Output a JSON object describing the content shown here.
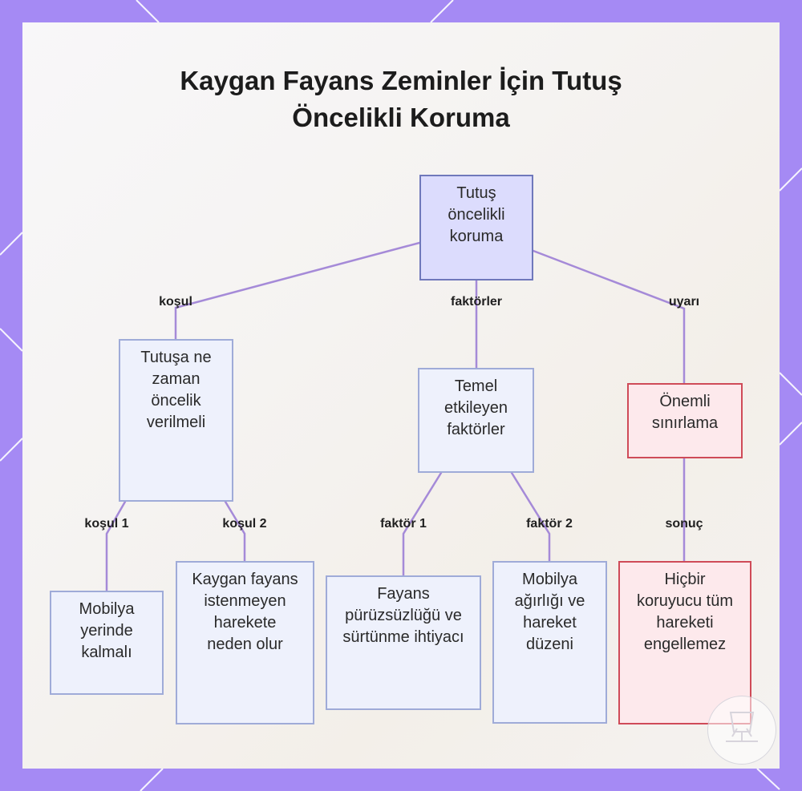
{
  "diagram": {
    "title_line1": "Kaygan Fayans Zeminler İçin Tutuş",
    "title_line2": "Öncelikli Koruma",
    "nodes": {
      "root": "Tutuş öncelikli koruma",
      "when": "Tutuşa ne zaman öncelik verilmeli",
      "factors": "Temel etkileyen faktörler",
      "limit": "Önemli sınırlama",
      "furniture": "Mobilya yerinde kalmalı",
      "slippery": "Kaygan fayans istenmeyen harekete neden olur",
      "smooth": "Fayans pürüzsüzlüğü ve sürtünme ihtiyacı",
      "weight": "Mobilya ağırlığı ve hareket düzeni",
      "none": "Hiçbir koruyucu tüm hareketi engellemez"
    },
    "edges": {
      "kosul": "koşul",
      "faktorler": "faktörler",
      "uyari": "uyarı",
      "kosul1": "koşul 1",
      "kosul2": "koşul 2",
      "faktor1": "faktör 1",
      "faktor2": "faktör 2",
      "sonuc": "sonuç"
    }
  },
  "colors": {
    "frame": "#a58af4",
    "edge": "#a58ad8",
    "root_fill": "#dcdcfd",
    "root_border": "#6f78bb",
    "node_fill": "#eef1fc",
    "node_border": "#9fabd8",
    "warn_fill": "#fde9ec",
    "warn_border": "#cf4b58"
  }
}
